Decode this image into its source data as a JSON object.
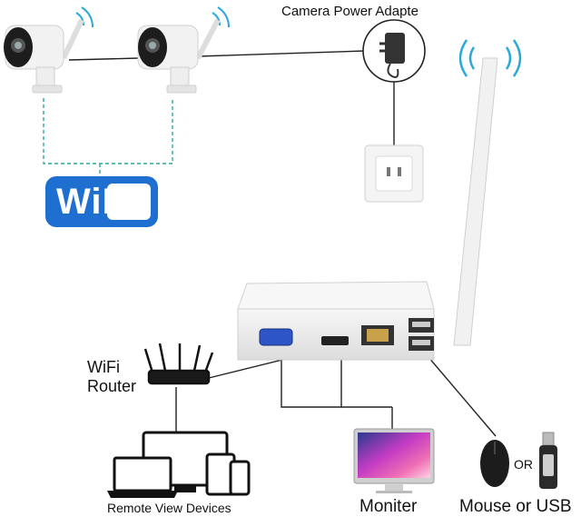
{
  "labels": {
    "power_adapter": "Camera Power Adapte",
    "router_line1": "WiFi",
    "router_line2": "Router",
    "remote_devices": "Remote View Devices",
    "monitor": "Moniter",
    "mouse_usb": "Mouse or USB",
    "or": "OR"
  },
  "wifi_logo": {
    "text": "WiFi",
    "color": "#1f6fd1"
  },
  "icons": [
    "wifi-signal-icon",
    "camera-icon",
    "power-adapter-icon",
    "wall-socket-icon",
    "antenna-icon",
    "nvr-icon",
    "router-icon",
    "tv-icon",
    "laptop-icon",
    "tablet-icon",
    "phone-icon",
    "monitor-icon",
    "mouse-icon",
    "usb-drive-icon"
  ],
  "colors": {
    "line": "#222222",
    "dashed": "#2aa89a",
    "wifi_blue": "#1f6fd1"
  }
}
